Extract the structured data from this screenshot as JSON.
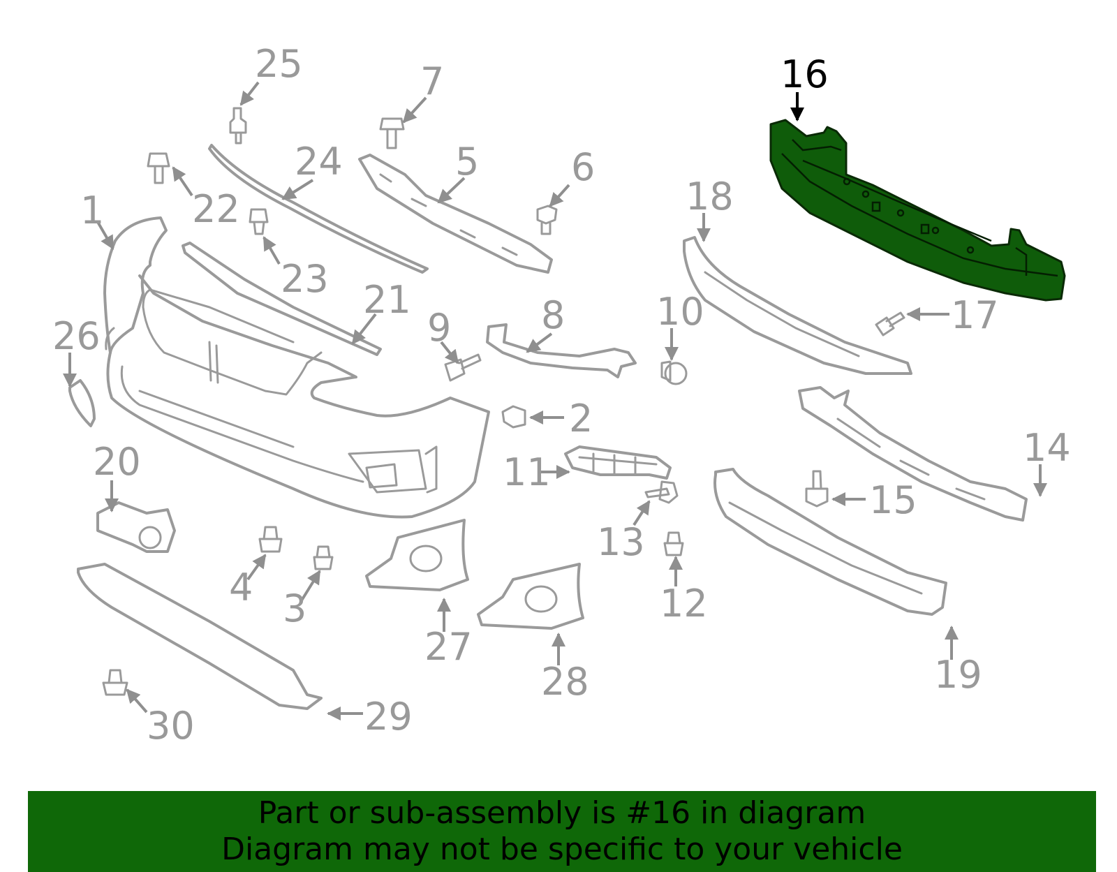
{
  "diagram": {
    "highlighted_part": "16",
    "callouts": [
      "25",
      "7",
      "16",
      "24",
      "5",
      "6",
      "22",
      "1",
      "18",
      "23",
      "21",
      "26",
      "9",
      "8",
      "10",
      "17",
      "2",
      "11",
      "14",
      "20",
      "15",
      "13",
      "4",
      "3",
      "27",
      "12",
      "28",
      "19",
      "29",
      "30"
    ]
  },
  "colors": {
    "highlight_fill": "#0f5c0a",
    "banner_background": "#0f6808",
    "line_art": "#9a9a9a"
  },
  "banner": {
    "line1": "Part or sub-assembly is #16 in diagram",
    "line2": "Diagram may not be specific to your vehicle"
  }
}
